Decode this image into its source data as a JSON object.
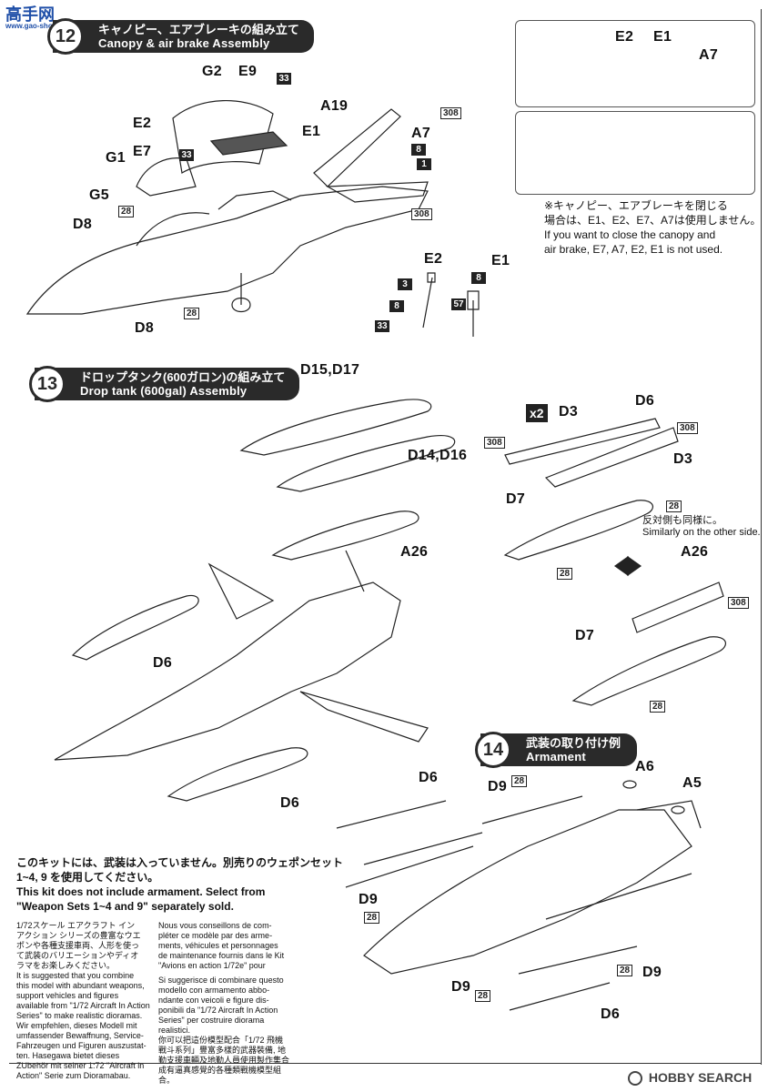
{
  "watermark": {
    "top_left_cn": "高手网",
    "top_left_url": "www.gao-shou.com",
    "bottom_right": "HOBBY SEARCH"
  },
  "step12": {
    "number": "12",
    "title_jp": "キャノピー、エアブレーキの組み立て",
    "title_en": "Canopy & air brake Assembly",
    "labels": [
      "G2",
      "E9",
      "A19",
      "E2",
      "E1",
      "A7",
      "E7",
      "G1",
      "G5",
      "D8",
      "D8",
      "E2",
      "E1"
    ],
    "parts": [
      "33",
      "308",
      "8",
      "1",
      "33",
      "28",
      "308",
      "28",
      "3",
      "8",
      "8",
      "57",
      "33"
    ],
    "inset_labels": [
      "E2",
      "E1",
      "A7"
    ],
    "note_jp_1": "※キャノピー、エアブレーキを閉じる",
    "note_jp_2": "場合は、E1、E2、E7、A7は使用しません。",
    "note_en_1": "If you want to close the canopy and",
    "note_en_2": "air brake, E7, A7, E2, E1 is not used."
  },
  "step13": {
    "number": "13",
    "title_jp": "ドロップタンク(600ガロン)の組み立て",
    "title_en": "Drop tank (600gal) Assembly",
    "labels": [
      "D15,D17",
      "D14,D16",
      "A26",
      "D6",
      "D6",
      "D3",
      "D6",
      "D3",
      "D7",
      "A26",
      "D7"
    ],
    "parts": [
      "308",
      "308",
      "28",
      "28",
      "308",
      "28"
    ],
    "multiplier": "x2",
    "side_note_jp": "反対側も同様に。",
    "side_note_en": "Similarly on the other side."
  },
  "step14": {
    "number": "14",
    "title_jp": "武装の取り付け例",
    "title_en": "Armament",
    "labels": [
      "D6",
      "A6",
      "A5",
      "D9",
      "D9",
      "D9",
      "D9",
      "D6"
    ],
    "parts": [
      "28",
      "28",
      "28",
      "28"
    ]
  },
  "notice": {
    "jp_1": "このキットには、武装は入っていません。別売りのウェポンセット",
    "jp_2": "1~4, 9 を使用してください。",
    "en_1": "This kit does not include armament. Select from",
    "en_2": "\"Weapon Sets 1~4 and 9\" separately sold."
  },
  "columns": {
    "col1": [
      "1/72スケール エアクラフト イン",
      "アクション シリーズの豊富なウエ",
      "ポンや各種支援車両、人形を使っ",
      "て武装のバリエーションやディオ",
      "ラマをお楽しみください。",
      "It is suggested that you combine",
      "this model with abundant weapons,",
      "support vehicles and figures",
      "available from \"1/72 Aircraft In Action",
      "Series\" to make realistic dioramas.",
      "Wir empfehlen, dieses Modell mit",
      "umfassender Bewaffnung, Service-",
      "Fahrzeugen und Figuren auszustat-",
      "ten. Hasegawa bietet dieses",
      "ZUbehör mit seiner 1:72 \"Aircraft in",
      "Action\" Serie zum Dioramabau."
    ],
    "col2": [
      "Nous vous conseillons de com-",
      "pléter ce modèle par des arme-",
      "ments, véhicules et personnages",
      "de maintenance fournis dans le Kit",
      "\"Avions en action 1/72e\" pour",
      "",
      "Si suggerisce di combinare questo",
      "modello con armamento abbo-",
      "ndante con veicoli e figure dis-",
      "ponibili da \"1/72 Aircraft In Action",
      "Series\" per costruire diorama",
      "realistici.",
      "你可以把這份模型配合「1/72 飛機",
      "戰斗系列」豐富多樣的武器裝備, 地",
      "勤支援車輛及地勤人員使用製作集合",
      "成有逼真感覺的各種類戰機模型組合。"
    ]
  }
}
